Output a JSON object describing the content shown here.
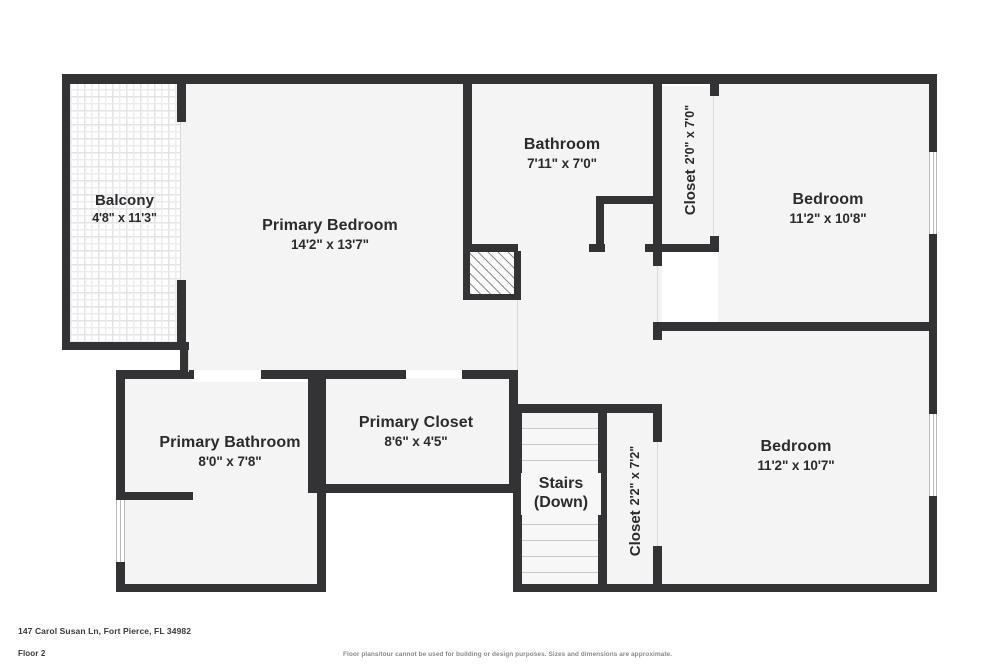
{
  "document": {
    "kind": "floor-plan",
    "address": "147 Carol Susan Ln, Fort Pierce, FL 34982",
    "floor": "Floor 2",
    "disclaimer": "Floor plans/tour cannot be used for building or design purposes. Sizes and dimensions are approximate."
  },
  "theme": {
    "wall_color": "#333335",
    "room_fill": "#f4f4f4",
    "page_background": "#ffffff",
    "text_color": "#2b2b2d",
    "muted_text_color": "#8a8a8c"
  },
  "rooms": [
    {
      "id": "balcony",
      "name": "Balcony",
      "dimensions": "4'8\" x 11'3\""
    },
    {
      "id": "primary-bedroom",
      "name": "Primary Bedroom",
      "dimensions": "14'2\" x 13'7\""
    },
    {
      "id": "bathroom",
      "name": "Bathroom",
      "dimensions": "7'11\" x 7'0\""
    },
    {
      "id": "closet-upper",
      "name": "Closet",
      "dimensions": "2'0\" x 7'0\""
    },
    {
      "id": "bedroom-upper",
      "name": "Bedroom",
      "dimensions": "11'2\" x 10'8\""
    },
    {
      "id": "bedroom-lower",
      "name": "Bedroom",
      "dimensions": "11'2\" x 10'7\""
    },
    {
      "id": "closet-lower",
      "name": "Closet",
      "dimensions": "2'2\" x 7'2\""
    },
    {
      "id": "primary-closet",
      "name": "Primary Closet",
      "dimensions": "8'6\" x 4'5\""
    },
    {
      "id": "primary-bathroom",
      "name": "Primary Bathroom",
      "dimensions": "8'0\" x 7'8\""
    }
  ],
  "stairs": {
    "line1": "Stairs",
    "line2": "(Down)"
  }
}
